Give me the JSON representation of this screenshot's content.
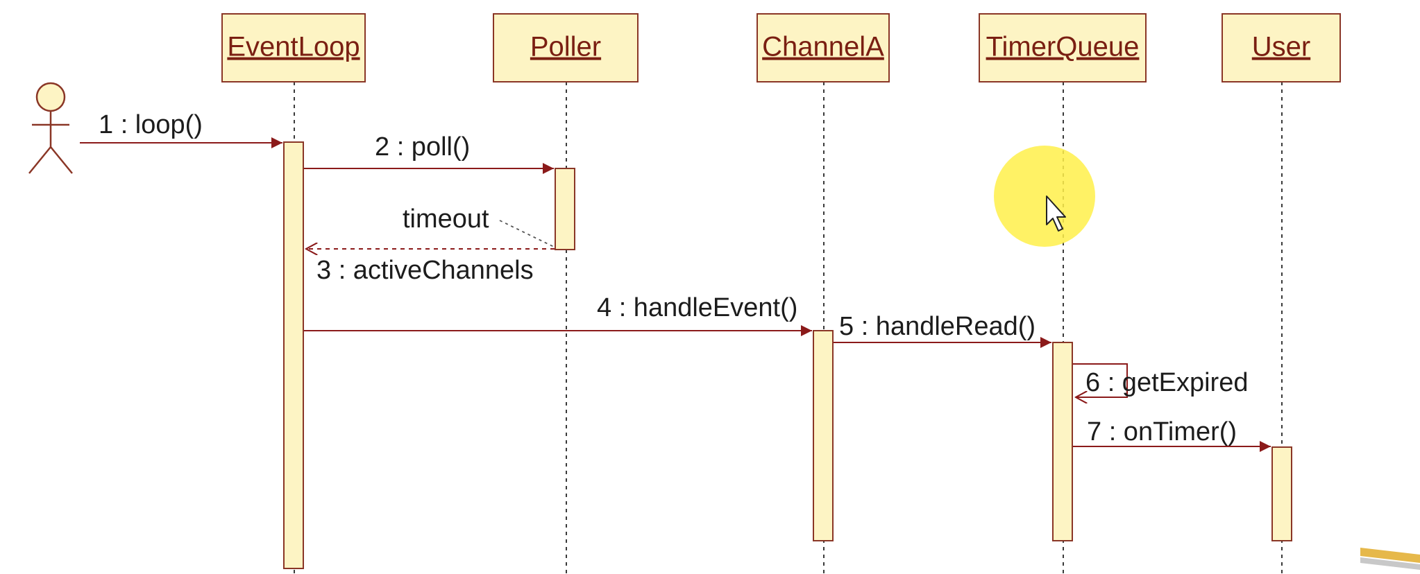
{
  "colors": {
    "box_fill": "#fdf4c4",
    "box_stroke": "#8a3626",
    "arrow": "#8b1a1a",
    "lifeline": "#3a3a3a",
    "text": "#1c1c1c",
    "highlight": "#fff04a"
  },
  "lifelines": [
    {
      "id": "eventloop",
      "name": "EventLoop"
    },
    {
      "id": "poller",
      "name": "Poller"
    },
    {
      "id": "channela",
      "name": "ChannelA"
    },
    {
      "id": "timerqueue",
      "name": "TimerQueue"
    },
    {
      "id": "user",
      "name": "User"
    }
  ],
  "actor": {
    "icon": "stick-figure-actor-icon"
  },
  "messages": [
    {
      "id": "m1",
      "label": "1 : loop()",
      "from": "actor",
      "to": "eventloop",
      "kind": "sync"
    },
    {
      "id": "m2",
      "label": "2 : poll()",
      "from": "eventloop",
      "to": "poller",
      "kind": "sync"
    },
    {
      "id": "m3",
      "label": "3 : activeChannels",
      "from": "poller",
      "to": "eventloop",
      "kind": "return"
    },
    {
      "id": "m4",
      "label": "4 : handleEvent()",
      "from": "eventloop",
      "to": "channela",
      "kind": "sync"
    },
    {
      "id": "m5",
      "label": "5 : handleRead()",
      "from": "channela",
      "to": "timerqueue",
      "kind": "sync"
    },
    {
      "id": "m6",
      "label": "6 : getExpired",
      "from": "timerqueue",
      "to": "timerqueue",
      "kind": "self"
    },
    {
      "id": "m7",
      "label": "7 : onTimer()",
      "from": "timerqueue",
      "to": "user",
      "kind": "sync"
    }
  ],
  "notes": {
    "timeout": "timeout"
  },
  "cursor": {
    "icon": "mouse-pointer-icon"
  }
}
